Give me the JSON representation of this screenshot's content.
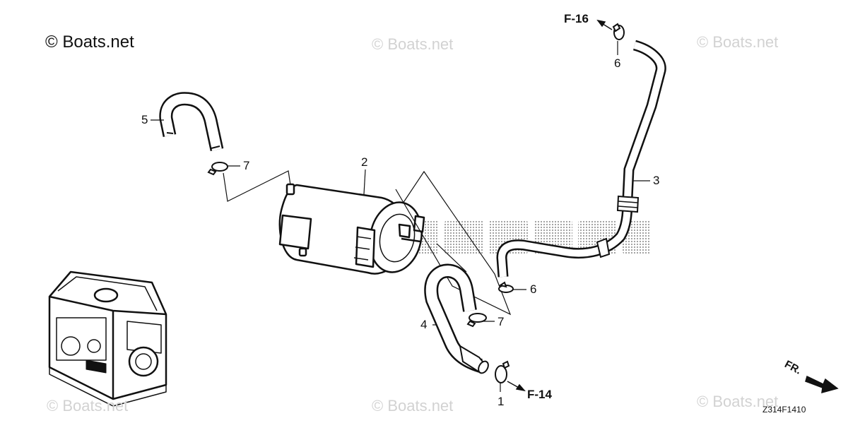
{
  "watermarks": {
    "main": "© Boats.net",
    "top_center": "© Boats.net",
    "top_right": "© Boats.net",
    "bottom_left": "© Boats.net",
    "bottom_center": "© Boats.net",
    "bottom_right": "© Boats.net"
  },
  "callouts": {
    "p1": "1",
    "p2": "2",
    "p3": "3",
    "p4": "4",
    "p5": "5",
    "p6_top": "6",
    "p6_mid": "6",
    "p7_left": "7",
    "p7_right": "7"
  },
  "references": {
    "top": "F-16",
    "bottom": "F-14",
    "front": "FR."
  },
  "diagram_code": "Z314F1410",
  "colors": {
    "line": "#111111",
    "watermark": "#d2d2d2",
    "brand_halftone": "#bdbdbd"
  }
}
